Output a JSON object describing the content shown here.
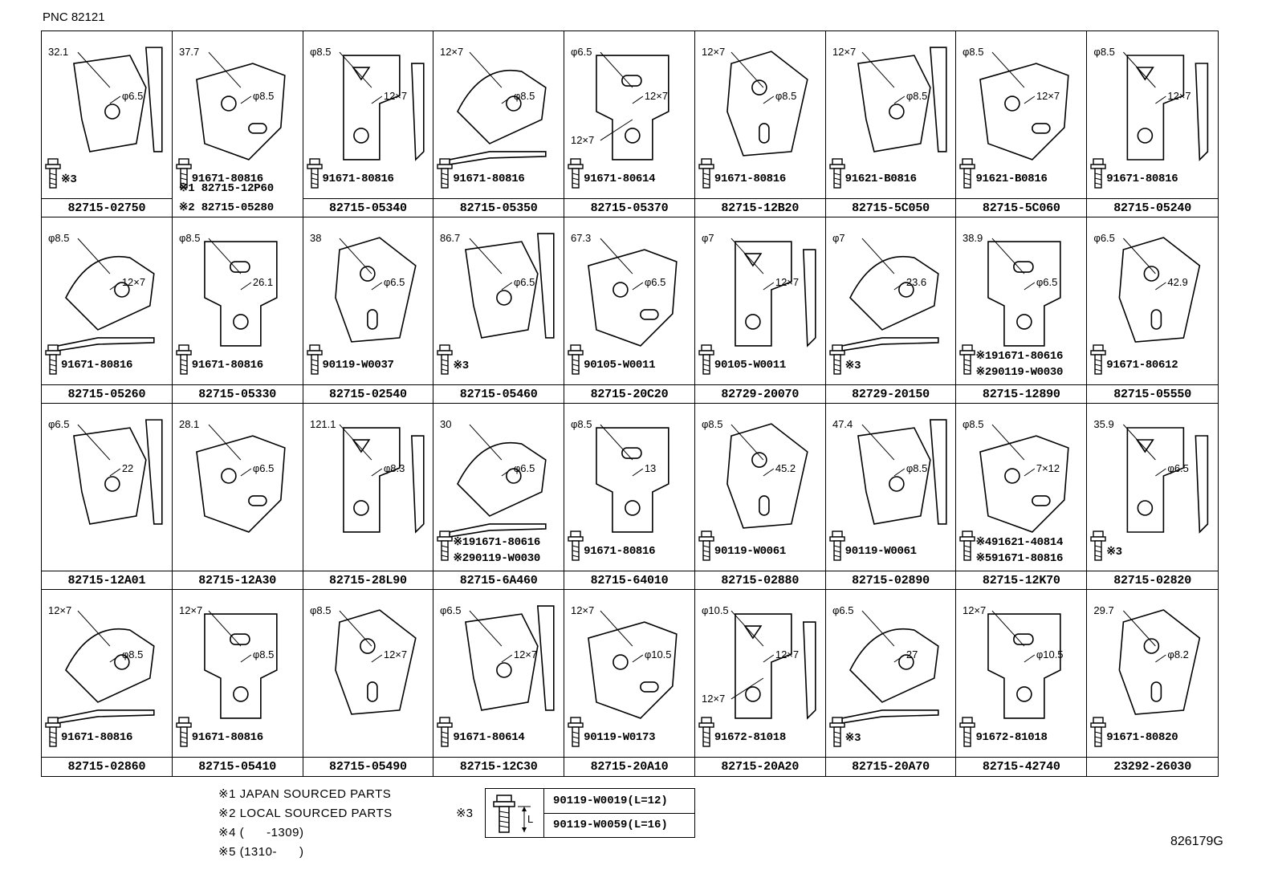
{
  "pnc": "PNC 82121",
  "cells": [
    {
      "bolt": [
        "※3"
      ],
      "part": "82715-02750",
      "dims": [
        "32.1",
        "φ6.5"
      ]
    },
    {
      "bolt": [
        "91671-80816"
      ],
      "part_lines": [
        "※1 82715-12P60",
        "※2 82715-05280"
      ],
      "dims": [
        "37.7",
        "φ8.5"
      ]
    },
    {
      "bolt": [
        "91671-80816"
      ],
      "part": "82715-05340",
      "dims": [
        "φ8.5",
        "12×7"
      ]
    },
    {
      "bolt": [
        "91671-80816"
      ],
      "part": "82715-05350",
      "dims": [
        "12×7",
        "φ8.5"
      ]
    },
    {
      "bolt": [
        "91671-80614"
      ],
      "part": "82715-05370",
      "dims": [
        "φ6.5",
        "12×7",
        "12×7"
      ]
    },
    {
      "bolt": [
        "91671-80816"
      ],
      "part": "82715-12B20",
      "dims": [
        "12×7",
        "φ8.5"
      ]
    },
    {
      "bolt": [
        "91621-B0816"
      ],
      "part": "82715-5C050",
      "dims": [
        "12×7",
        "φ8.5"
      ]
    },
    {
      "bolt": [
        "91621-B0816"
      ],
      "part": "82715-5C060",
      "dims": [
        "φ8.5",
        "12×7"
      ]
    },
    {
      "bolt": [
        "91671-80816"
      ],
      "part": "82715-05240",
      "dims": [
        "φ8.5",
        "12×7"
      ]
    },
    {
      "bolt": [
        "91671-80816"
      ],
      "part": "82715-05260",
      "dims": [
        "φ8.5",
        "12×7"
      ]
    },
    {
      "bolt": [
        "91671-80816"
      ],
      "part": "82715-05330",
      "dims": [
        "φ8.5",
        "26.1"
      ]
    },
    {
      "bolt": [
        "90119-W0037"
      ],
      "part": "82715-02540",
      "dims": [
        "38",
        "φ6.5"
      ]
    },
    {
      "bolt": [
        "※3"
      ],
      "part": "82715-05460",
      "dims": [
        "86.7",
        "φ6.5"
      ]
    },
    {
      "bolt": [
        "90105-W0011"
      ],
      "part": "82715-20C20",
      "dims": [
        "67.3",
        "φ6.5"
      ]
    },
    {
      "bolt": [
        "90105-W0011"
      ],
      "part": "82729-20070",
      "dims": [
        "φ7",
        "12×7"
      ]
    },
    {
      "bolt": [
        "※3"
      ],
      "part": "82729-20150",
      "dims": [
        "φ7",
        "23.6"
      ]
    },
    {
      "bolt": [
        "※191671-80616",
        "※290119-W0030"
      ],
      "part": "82715-12890",
      "dims": [
        "38.9",
        "φ6.5"
      ]
    },
    {
      "bolt": [
        "91671-80612"
      ],
      "part": "82715-05550",
      "dims": [
        "φ6.5",
        "42.9"
      ]
    },
    {
      "bolt": [],
      "part": "82715-12A01",
      "dims": [
        "φ6.5",
        "22"
      ]
    },
    {
      "bolt": [],
      "part": "82715-12A30",
      "dims": [
        "28.1",
        "φ6.5"
      ]
    },
    {
      "bolt": [],
      "part": "82715-28L90",
      "dims": [
        "121.1",
        "φ8.3"
      ]
    },
    {
      "bolt": [
        "※191671-80616",
        "※290119-W0030"
      ],
      "part": "82715-6A460",
      "dims": [
        "30",
        "φ6.5"
      ]
    },
    {
      "bolt": [
        "91671-80816"
      ],
      "part": "82715-64010",
      "dims": [
        "φ8.5",
        "13"
      ]
    },
    {
      "bolt": [
        "90119-W0061"
      ],
      "part": "82715-02880",
      "dims": [
        "φ8.5",
        "45.2"
      ]
    },
    {
      "bolt": [
        "90119-W0061"
      ],
      "part": "82715-02890",
      "dims": [
        "47.4",
        "φ8.5"
      ]
    },
    {
      "bolt": [
        "※491621-40814",
        "※591671-80816"
      ],
      "part": "82715-12K70",
      "dims": [
        "φ8.5",
        "7×12"
      ]
    },
    {
      "bolt": [
        "※3"
      ],
      "part": "82715-02820",
      "dims": [
        "35.9",
        "φ6.5"
      ]
    },
    {
      "bolt": [
        "91671-80816"
      ],
      "part": "82715-02860",
      "dims": [
        "12×7",
        "φ8.5"
      ]
    },
    {
      "bolt": [
        "91671-80816"
      ],
      "part": "82715-05410",
      "dims": [
        "12×7",
        "φ8.5"
      ]
    },
    {
      "bolt": [],
      "part": "82715-05490",
      "dims": [
        "φ8.5",
        "12×7"
      ]
    },
    {
      "bolt": [
        "91671-80614"
      ],
      "part": "82715-12C30",
      "dims": [
        "φ6.5",
        "12×7"
      ]
    },
    {
      "bolt": [
        "90119-W0173"
      ],
      "part": "82715-20A10",
      "dims": [
        "12×7",
        "φ10.5"
      ]
    },
    {
      "bolt": [
        "91672-81018"
      ],
      "part": "82715-20A20",
      "dims": [
        "φ10.5",
        "12×7",
        "12×7"
      ]
    },
    {
      "bolt": [
        "※3"
      ],
      "part": "82715-20A70",
      "dims": [
        "φ6.5",
        "27"
      ]
    },
    {
      "bolt": [
        "91672-81018"
      ],
      "part": "82715-42740",
      "dims": [
        "12×7",
        "φ10.5"
      ]
    },
    {
      "bolt": [
        "91671-80820"
      ],
      "part": "23292-26030",
      "dims": [
        "29.7",
        "φ8.2"
      ]
    }
  ],
  "notes": [
    "※1 JAPAN SOURCED PARTS",
    "※2 LOCAL SOURCED PARTS",
    "※4 (      -1309)",
    "※5 (1310-      )"
  ],
  "ref": {
    "mark": "※3",
    "rows": [
      "90119-W0019(L=12)",
      "90119-W0059(L=16)"
    ],
    "len_label": "L"
  },
  "drawing_code": "826179G"
}
